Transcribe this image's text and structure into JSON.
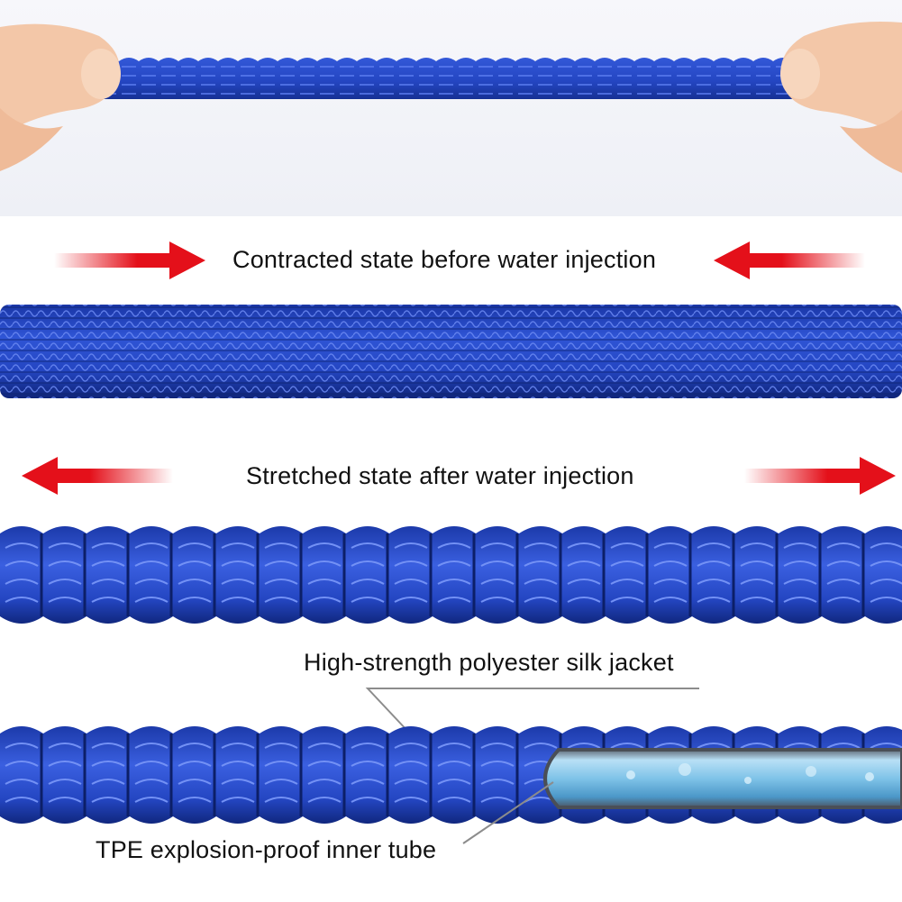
{
  "captions": {
    "contracted": "Contracted state before water injection",
    "stretched": "Stretched state after water injection",
    "jacket": "High-strength polyester silk jacket",
    "inner_tube": "TPE explosion-proof inner tube"
  },
  "colors": {
    "hose_blue": "#2446c2",
    "hose_dark": "#122a86",
    "arrow_red": "#e4101a",
    "inner_tube": "#7fc3e8"
  },
  "icons": [
    "arrow-right-icon",
    "arrow-left-icon"
  ]
}
